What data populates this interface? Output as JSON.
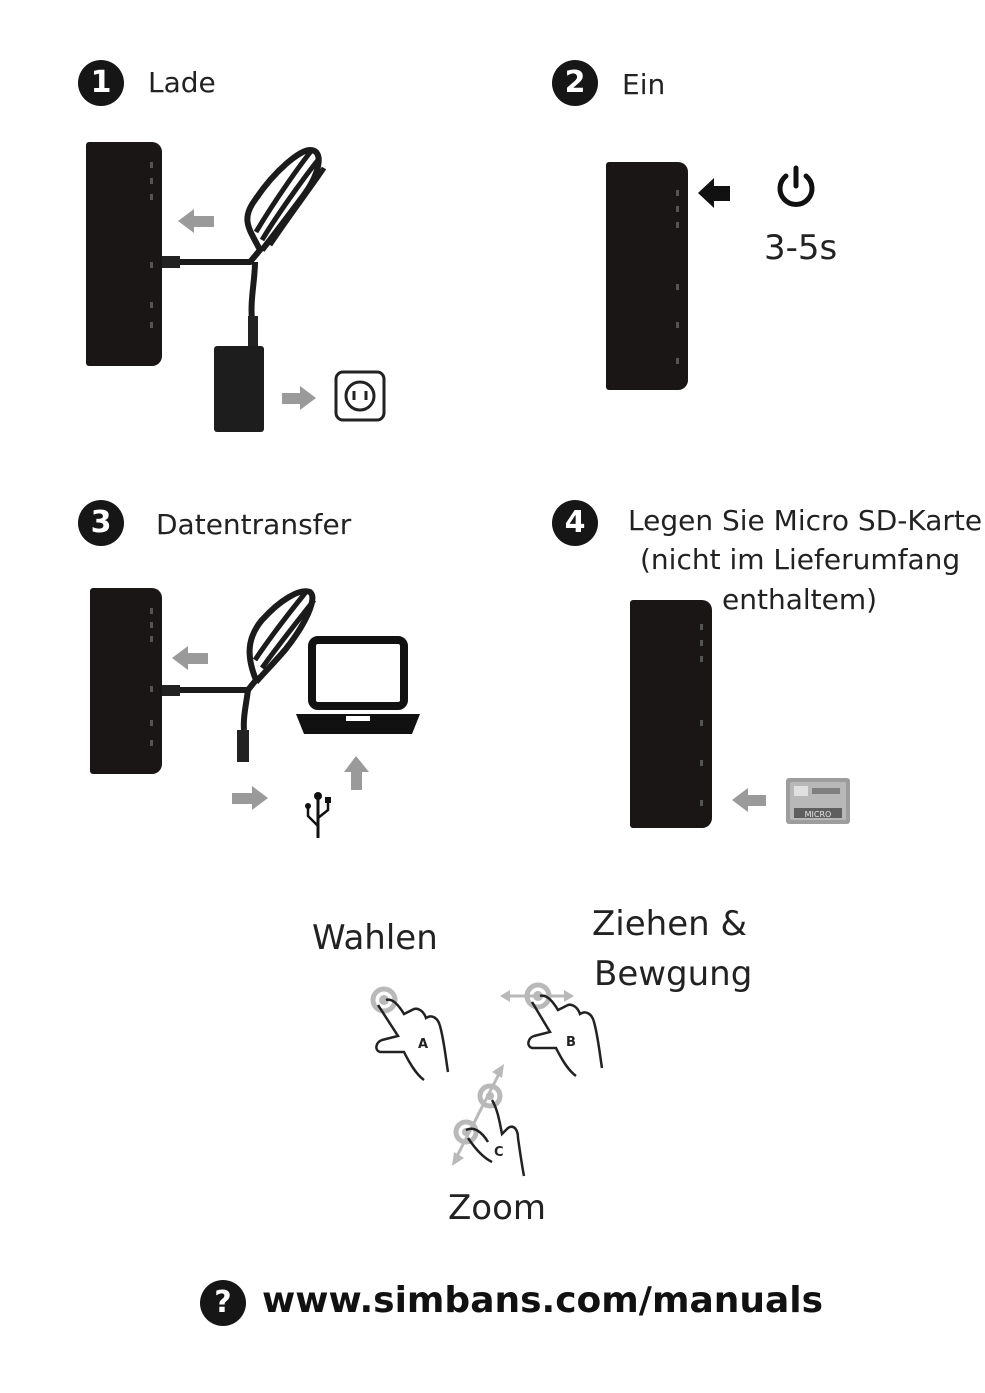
{
  "steps": [
    {
      "number": "1",
      "label": "Lade"
    },
    {
      "number": "2",
      "label": "Ein",
      "duration": "3-5s"
    },
    {
      "number": "3",
      "label": "Datentransfer"
    },
    {
      "number": "4",
      "label_lines": [
        "Legen Sie Micro SD-Karte",
        "(nicht im Lieferumfang",
        "enthaltem)"
      ],
      "card_text": "MICRO"
    }
  ],
  "gestures": {
    "select": {
      "label": "Wahlen",
      "letter": "A"
    },
    "drag": {
      "label_lines": [
        "Ziehen &",
        "Bewgung"
      ],
      "letter": "B"
    },
    "zoom": {
      "label": "Zoom",
      "letter": "C"
    }
  },
  "footer": {
    "help_symbol": "?",
    "url": "www.simbans.com/manuals"
  },
  "icons": [
    "power-icon",
    "wall-outlet-icon",
    "laptop-icon",
    "usb-icon",
    "micro-sd-card-icon",
    "arrow-icon",
    "hand-tap-icon",
    "hand-drag-icon",
    "hand-zoom-icon",
    "help-icon"
  ],
  "colors": {
    "badge": "#161616",
    "tablet": "#1a1616",
    "arrow": "#9a9a9a",
    "gesture_ring": "#b9b9b9"
  }
}
